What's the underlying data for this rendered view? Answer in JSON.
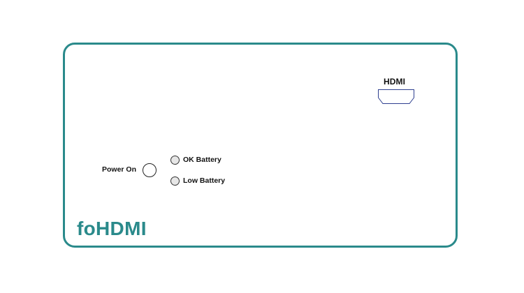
{
  "device": {
    "brand": "foHDMI",
    "outline_color": "#2a8a8b",
    "ports": {
      "hdmi_label": "HDMI"
    },
    "controls": {
      "power_label": "Power On"
    },
    "indicators": [
      {
        "label": "OK Battery"
      },
      {
        "label": "Low Battery"
      }
    ]
  }
}
